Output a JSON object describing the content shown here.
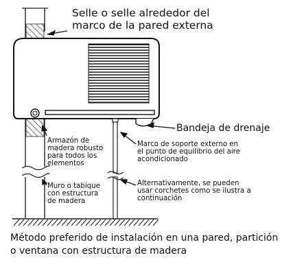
{
  "labels": {
    "seal_line1": "Selle o selle alrededor del",
    "seal_line2": "marco de la pared externa",
    "drain_tray": "Bandeja de drenaje",
    "frame_line1": "Armazón de",
    "frame_line2": "madera robusto",
    "frame_line3": "para todos los",
    "frame_line4": "elementos",
    "wall_line1": "Muro o tabique",
    "wall_line2": "con estructura",
    "wall_line3": "de madera",
    "support_line1": "Marco de soporte externo en",
    "support_line2": "el punto de equilibrio del aire",
    "support_line3": "acondicionado",
    "alt_line1": "Alternativamente, se pueden",
    "alt_line2": "usar corchetes como se ilustra a",
    "alt_line3": "continuación"
  },
  "caption": {
    "line1": "Método preferido de instalación en una pared, partición",
    "line2": "o ventana con estructura de madera"
  }
}
